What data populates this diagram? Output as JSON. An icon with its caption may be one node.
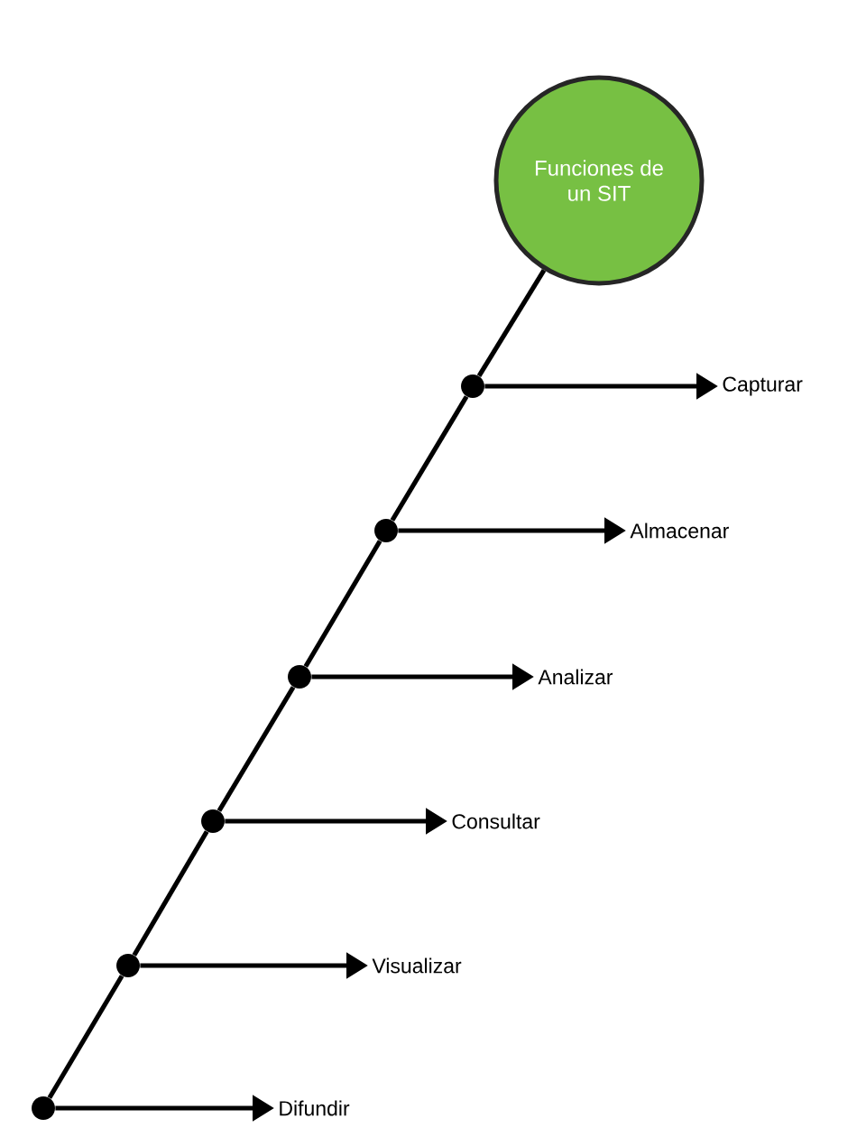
{
  "diagram": {
    "nodes": [
      {
        "text": [
          "Funciones de un SIT"
        ]
      },
      {
        "text": [],
        "shape": "circle"
      },
      {
        "text": [
          "Capturar"
        ]
      },
      {
        "text": [],
        "shape": "circle"
      },
      {
        "text": [
          "Almacenar"
        ]
      },
      {
        "text": [],
        "shape": "circle"
      },
      {
        "text": [
          "Analizar"
        ]
      },
      {
        "text": [],
        "shape": "circle"
      },
      {
        "text": [
          "Consultar"
        ]
      },
      {
        "text": [],
        "shape": "circle"
      },
      {
        "text": [
          "Visualizar"
        ]
      },
      {
        "text": [],
        "shape": "circle"
      },
      {
        "text": [
          "Difundir"
        ]
      }
    ],
    "edges": [
      {
        "from": 0,
        "to": 1,
        "arrow": "none"
      },
      {
        "from": 1,
        "to": 3,
        "arrow": "none"
      },
      {
        "from": 3,
        "to": 5,
        "arrow": "none"
      },
      {
        "from": 5,
        "to": 7,
        "arrow": "none"
      },
      {
        "from": 7,
        "to": 9,
        "arrow": "none"
      },
      {
        "from": 9,
        "to": 11,
        "arrow": "none"
      },
      {
        "from": 1,
        "to": 2,
        "arrow": "to"
      },
      {
        "from": 3,
        "to": 4,
        "arrow": "to"
      },
      {
        "from": 5,
        "to": 6,
        "arrow": "to"
      },
      {
        "from": 7,
        "to": 8,
        "arrow": "to"
      },
      {
        "from": 9,
        "to": 10,
        "arrow": "to"
      },
      {
        "from": 11,
        "to": 12,
        "arrow": "to"
      }
    ]
  }
}
